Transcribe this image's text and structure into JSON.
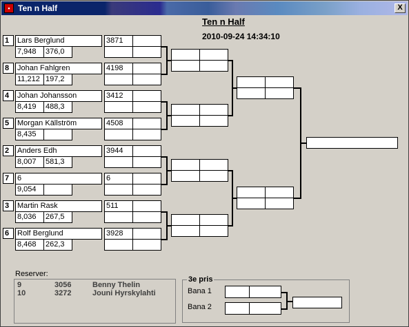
{
  "window": {
    "title": "Ten n Half",
    "close_label": "X"
  },
  "header": {
    "title": "Ten n Half",
    "datetime": "2010-09-24 14:34:10"
  },
  "players": [
    {
      "seed": "1",
      "name": "Lars Berglund",
      "stat1": "7,948",
      "stat2": "376,0",
      "score": "3871"
    },
    {
      "seed": "8",
      "name": "Johan Fahlgren",
      "stat1": "11,212",
      "stat2": "197,2",
      "score": "4198"
    },
    {
      "seed": "4",
      "name": "Johan Johansson",
      "stat1": "8,419",
      "stat2": "488,3",
      "score": "3412"
    },
    {
      "seed": "5",
      "name": "Morgan Källström",
      "stat1": "8,435",
      "stat2": "",
      "score": "4508"
    },
    {
      "seed": "2",
      "name": "Anders Edh",
      "stat1": "8,007",
      "stat2": "581,3",
      "score": "3944"
    },
    {
      "seed": "7",
      "name": "6",
      "stat1": "9,054",
      "stat2": "",
      "score": "6"
    },
    {
      "seed": "3",
      "name": "Martin Rask",
      "stat1": "8,036",
      "stat2": "267,5",
      "score": "511"
    },
    {
      "seed": "6",
      "name": "Rolf Berglund",
      "stat1": "8,468",
      "stat2": "262,3",
      "score": "3928"
    }
  ],
  "reserver": {
    "label": "Reserver:",
    "rows": [
      {
        "num": "9",
        "score": "3056",
        "name": "Benny Thelin"
      },
      {
        "num": "10",
        "score": "3272",
        "name": "Jouni Hyrskylahti"
      }
    ]
  },
  "third_prize": {
    "label": "3e pris",
    "lanes": [
      "Bana 1",
      "Bana 2"
    ]
  }
}
